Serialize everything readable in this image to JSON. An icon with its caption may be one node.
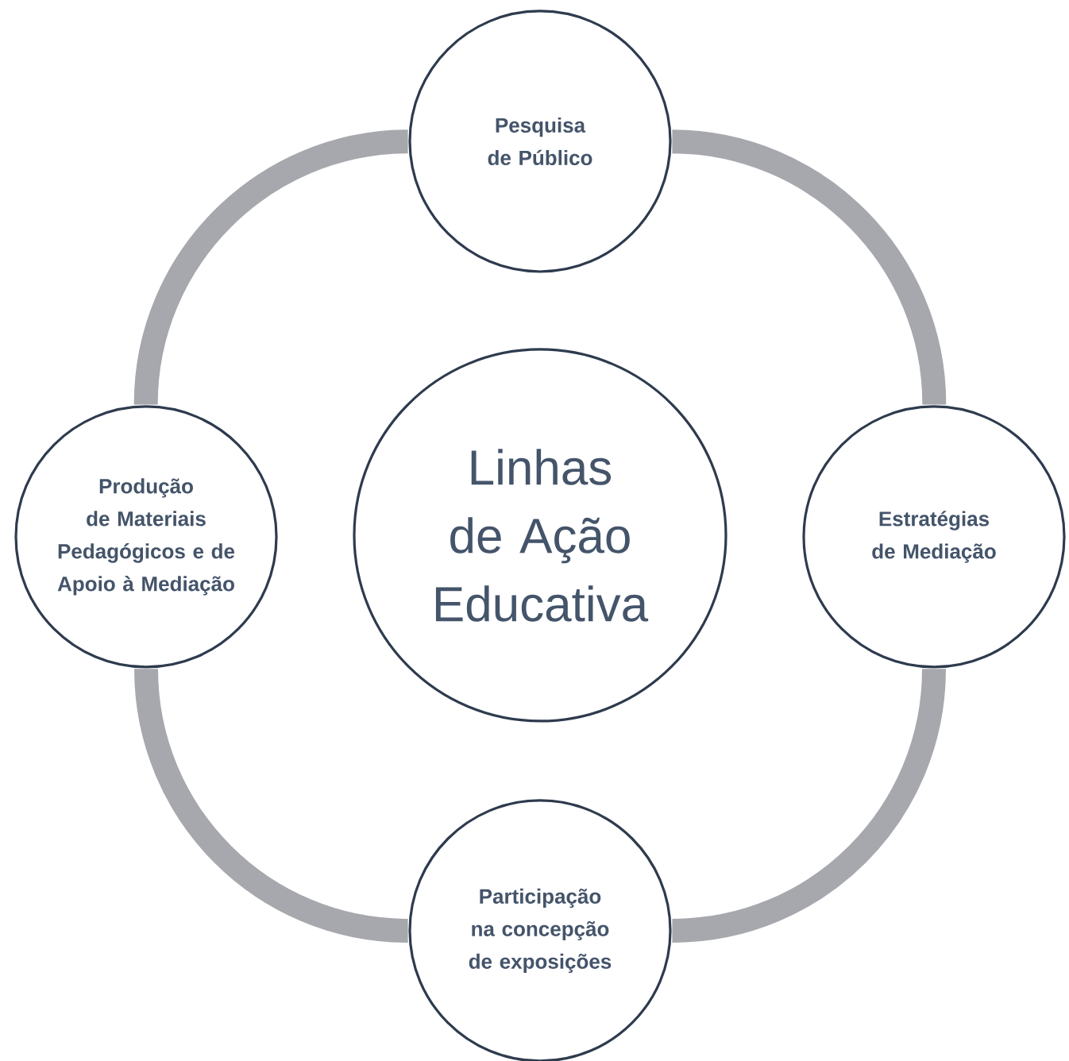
{
  "diagram": {
    "nodes": [
      {
        "text": [
          "Pesquisa de Público"
        ]
      },
      {
        "text": [
          "Produção de Materiais Pedagógicos e de Apoio à Mediação"
        ]
      },
      {
        "text": [
          "Linhas de Ação Educativa"
        ]
      },
      {
        "text": [
          "Estratégias de Mediação"
        ]
      },
      {
        "text": [
          "Participação na concepção de exposições"
        ]
      }
    ],
    "edges": [
      {
        "from": 0,
        "to": 3,
        "arrow": "none"
      },
      {
        "from": 3,
        "to": 4,
        "arrow": "none"
      },
      {
        "from": 4,
        "to": 1,
        "arrow": "none"
      },
      {
        "from": 1,
        "to": 0,
        "arrow": "none"
      }
    ]
  }
}
